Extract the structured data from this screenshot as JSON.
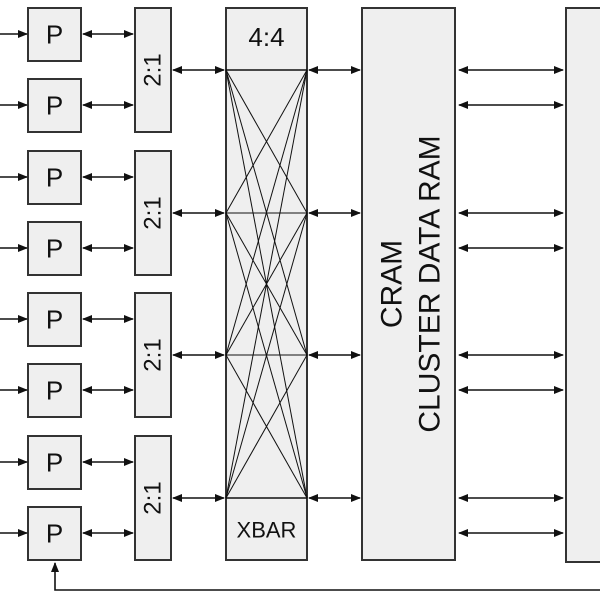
{
  "processor_label": "P",
  "mux_label": "2:1",
  "crossbar_top_label": "4:4",
  "crossbar_bottom_label": "XBAR",
  "cram_line1": "CRAM",
  "cram_line2": "CLUSTER DATA RAM",
  "processor_count": 8,
  "mux_count": 4,
  "colors": {
    "block_fill": "#efefef",
    "stroke": "#333333",
    "line": "#111111"
  }
}
